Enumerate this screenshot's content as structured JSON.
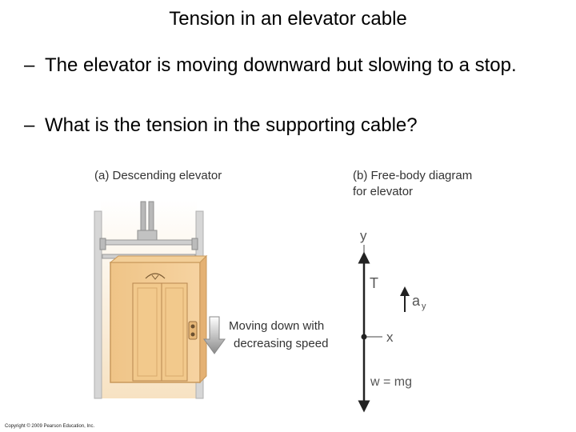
{
  "slide": {
    "title": "Tension in an elevator cable",
    "bullets": [
      {
        "dash": "–",
        "text": "The elevator is moving downward but slowing to a stop."
      },
      {
        "dash": "–",
        "text": "What is the tension in the supporting cable?"
      }
    ]
  },
  "figure": {
    "label_a": "(a) Descending elevator",
    "label_b_line1": "(b) Free-body diagram",
    "label_b_line2": "for elevator",
    "motion_line1": "Moving down with",
    "motion_line2": "decreasing speed",
    "axis_y": "y",
    "axis_x": "x",
    "tension": "T",
    "accel": "a",
    "accel_sub": "y",
    "weight": "w = mg"
  },
  "footer": {
    "copyright": "Copyright © 2009 Pearson Education, Inc."
  }
}
